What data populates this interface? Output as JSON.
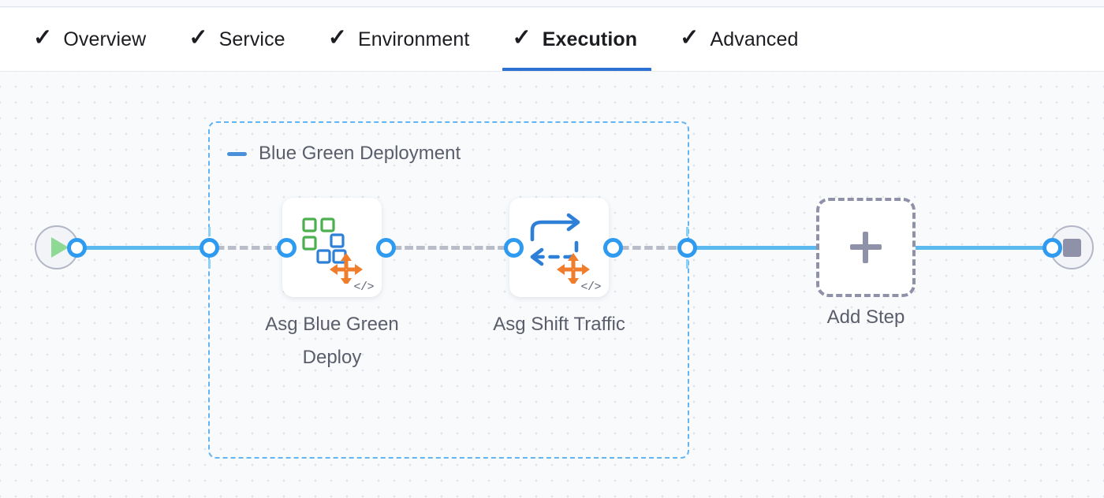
{
  "tabs": [
    {
      "label": "Overview",
      "icon": "check-icon",
      "checked": true,
      "active": false
    },
    {
      "label": "Service",
      "icon": "check-icon",
      "checked": true,
      "active": false
    },
    {
      "label": "Environment",
      "icon": "check-icon",
      "checked": true,
      "active": false
    },
    {
      "label": "Execution",
      "icon": "check-icon",
      "checked": true,
      "active": true
    },
    {
      "label": "Advanced",
      "icon": "check-icon",
      "checked": true,
      "active": false
    }
  ],
  "check_glyph": "✓",
  "pipeline": {
    "start_node": {
      "name": "start-node",
      "icon": "play-icon"
    },
    "end_node": {
      "name": "end-node",
      "icon": "stop-icon"
    },
    "group": {
      "title": "Blue Green Deployment",
      "collapse_icon": "minus-icon",
      "steps": [
        {
          "label": "Asg Blue Green Deploy",
          "icon": "asg-blue-green-deploy-icon",
          "badge": "</>"
        },
        {
          "label": "Asg Shift Traffic",
          "icon": "asg-shift-traffic-icon",
          "badge": "</>"
        }
      ]
    },
    "add_step": {
      "label": "Add Step",
      "icon": "plus-icon"
    }
  },
  "colors": {
    "accent_blue": "#2d72d2",
    "connector_blue": "#2e9bf0",
    "line_blue": "#5bb9f0",
    "group_border": "#62b5f2",
    "dash_gray": "#b9bdc9",
    "text_gray": "#5b5d6b",
    "canvas_bg": "#f8fafc",
    "green": "#4caf50",
    "blue_square": "#2d7fd8",
    "orange": "#ef7d2b"
  }
}
